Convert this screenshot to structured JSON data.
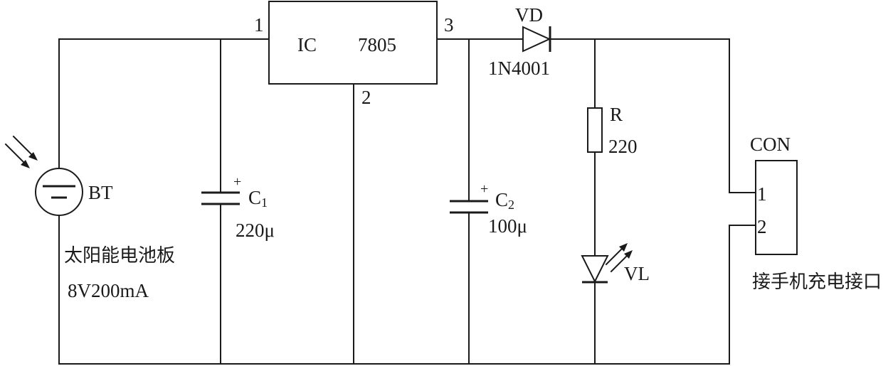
{
  "regulator": {
    "ref": "IC",
    "value": "7805",
    "pin_in": "1",
    "pin_gnd": "2",
    "pin_out": "3"
  },
  "diode": {
    "ref": "VD",
    "value": "1N4001"
  },
  "resistor": {
    "ref": "R",
    "value": "220"
  },
  "led": {
    "ref": "VL"
  },
  "cap1": {
    "ref_letter": "C",
    "ref_sub": "1",
    "value": "220μ",
    "polarity": "+"
  },
  "cap2": {
    "ref_letter": "C",
    "ref_sub": "2",
    "value": "100μ",
    "polarity": "+"
  },
  "solar": {
    "ref": "BT",
    "name": "太阳能电池板",
    "rating": "8V200mA"
  },
  "connector": {
    "ref": "CON",
    "pin1": "1",
    "pin2": "2",
    "label": "接手机充电接口"
  }
}
